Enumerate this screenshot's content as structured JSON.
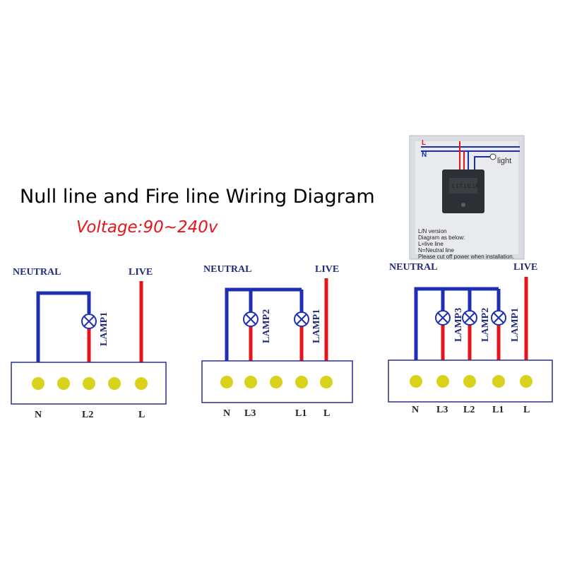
{
  "title": "Null line and Fire line Wiring Diagram",
  "voltage": "Voltage:90~240v",
  "colors": {
    "neutral": "#1f2fb5",
    "live": "#e8141b",
    "terminal": "#d9d21c",
    "box": "#2a2f8a"
  },
  "photo": {
    "l_label": "L",
    "n_label": "N",
    "light_label": "light",
    "switch_text": "L  LT  LE  LK",
    "notes": [
      "L/N version",
      "Diagram as below:",
      "L=live line",
      "N=Neutral line",
      "Please cut off power when installation."
    ]
  },
  "diagrams": [
    {
      "neutral_label": "NEUTRAL",
      "live_label": "LIVE",
      "lamps": [
        "LAMP1"
      ],
      "terminals": [
        "N",
        "L2",
        "L"
      ]
    },
    {
      "neutral_label": "NEUTRAL",
      "live_label": "LIVE",
      "lamps": [
        "LAMP2",
        "LAMP1"
      ],
      "terminals": [
        "N",
        "L3",
        "L1",
        "L"
      ]
    },
    {
      "neutral_label": "NEUTRAL",
      "live_label": "LIVE",
      "lamps": [
        "LAMP3",
        "LAMP2",
        "LAMP1"
      ],
      "terminals": [
        "N",
        "L3",
        "L2",
        "L1",
        "L"
      ]
    }
  ]
}
